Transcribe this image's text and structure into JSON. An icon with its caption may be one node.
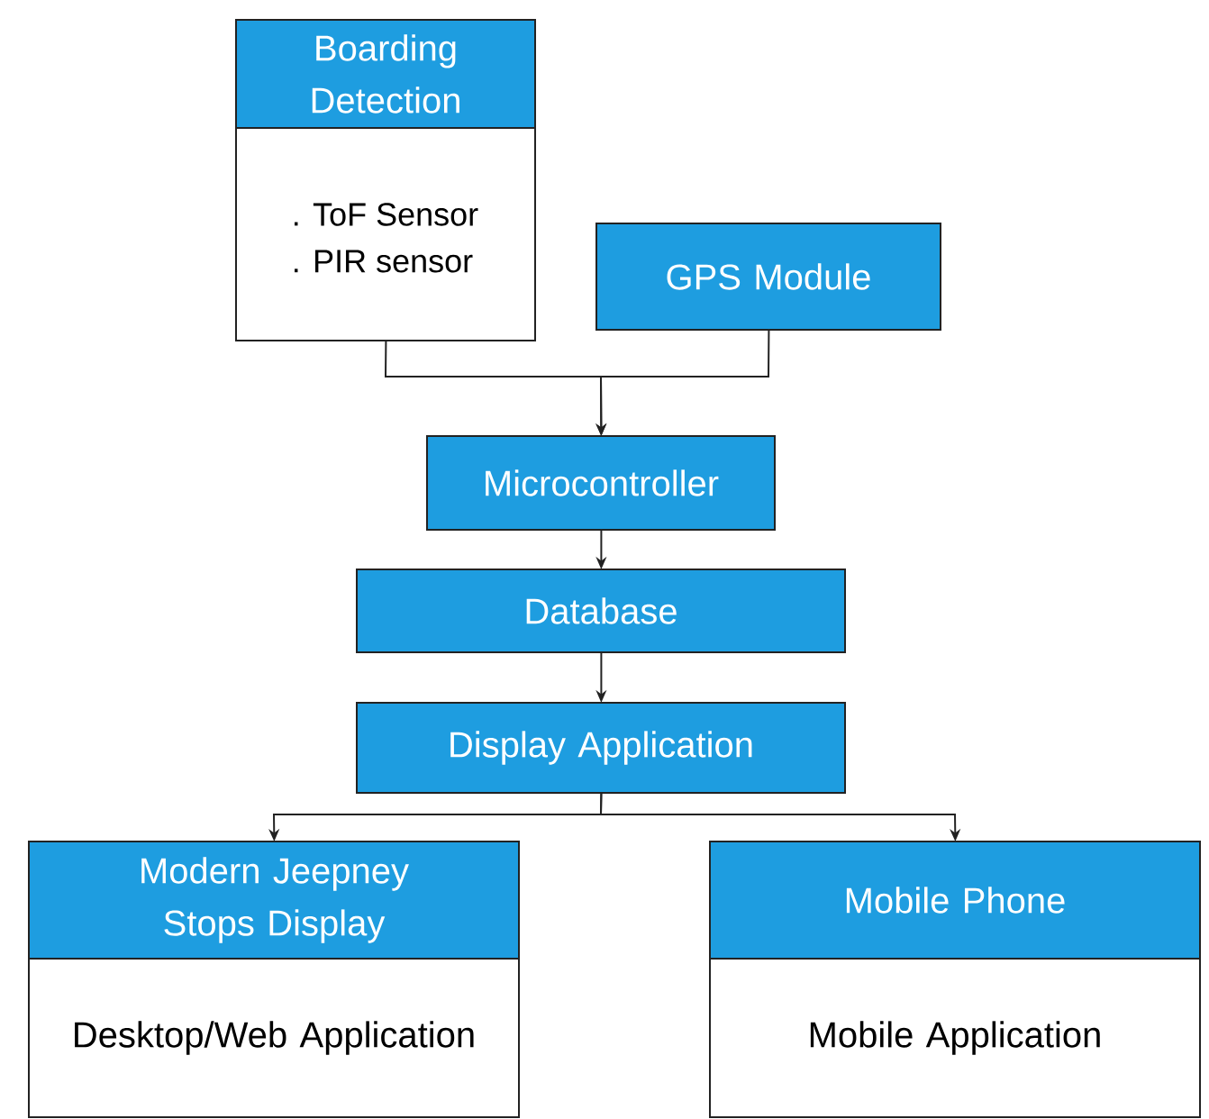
{
  "diagram": {
    "nodes": [
      {
        "text": [
          "Boarding Detection",
          ". ToF Sensor",
          ". PIR sensor"
        ]
      },
      {
        "text": [
          "GPS Module"
        ]
      },
      {
        "text": [
          "Microcontroller"
        ]
      },
      {
        "text": [
          "Database"
        ]
      },
      {
        "text": [
          "Display Application"
        ]
      },
      {
        "text": [
          "Modern Jeepney Stops Display",
          "Desktop/Web Application"
        ]
      },
      {
        "text": [
          "Mobile Phone",
          "Mobile Application"
        ]
      }
    ],
    "edges": [
      {
        "from": 0,
        "to": 2,
        "arrow": "to"
      },
      {
        "from": 1,
        "to": 2,
        "arrow": "to"
      },
      {
        "from": 2,
        "to": 3,
        "arrow": "to"
      },
      {
        "from": 3,
        "to": 4,
        "arrow": "to"
      },
      {
        "from": 4,
        "to": 5,
        "arrow": "to"
      },
      {
        "from": 4,
        "to": 6,
        "arrow": "to"
      }
    ]
  }
}
